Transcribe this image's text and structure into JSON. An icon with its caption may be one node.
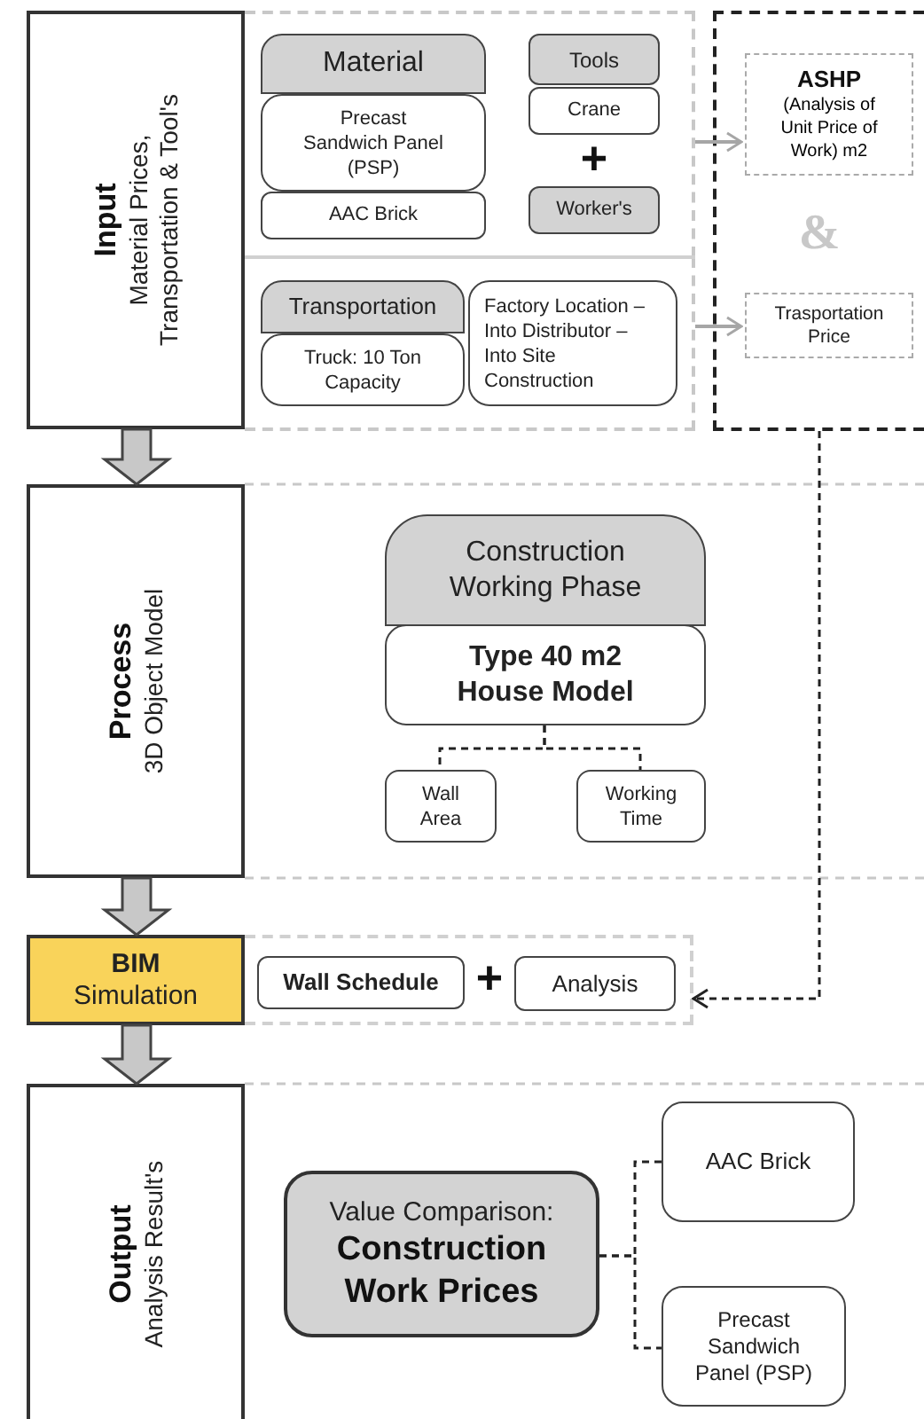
{
  "diagram": {
    "nodes": [
      {
        "text": [
          "Input",
          "Material Prices, Transportation & Tool's"
        ]
      },
      {
        "text": [],
        "shape": "box"
      },
      {
        "text": [
          "Material"
        ],
        "in": 1
      },
      {
        "text": [
          "Precast Sandwich Panel (PSP)"
        ],
        "in": 1
      },
      {
        "text": [
          "AAC Brick"
        ],
        "in": 1
      },
      {
        "text": [
          "Tools"
        ],
        "in": 1
      },
      {
        "text": [
          "Crane"
        ],
        "in": 1
      },
      {
        "text": [
          "Worker's"
        ],
        "in": 1
      },
      {
        "text": [],
        "shape": "box"
      },
      {
        "text": [
          "Transportation"
        ],
        "in": 8
      },
      {
        "text": [
          "Truck: 10 Ton Capacity"
        ],
        "in": 8
      },
      {
        "text": [
          "Factory Location – Into Distributor – Into Site Construction"
        ],
        "in": 8
      },
      {
        "text": [],
        "shape": "box"
      },
      {
        "text": [
          "ASHP",
          "(Analysis of Unit Price of Work) m2"
        ],
        "in": 12
      },
      {
        "text": [
          "Trasportation Price"
        ],
        "in": 12
      },
      {
        "text": [
          "Process",
          "3D Object Model"
        ]
      },
      {
        "text": [
          "Construction Working Phase"
        ]
      },
      {
        "text": [
          "Type 40 m2 House Model"
        ]
      },
      {
        "text": [
          "Wall Area"
        ]
      },
      {
        "text": [
          "Working Time"
        ]
      },
      {
        "text": [
          "**BIM** Simulation"
        ]
      },
      {
        "text": [],
        "shape": "box"
      },
      {
        "text": [
          "Wall Schedule"
        ],
        "in": 21
      },
      {
        "text": [
          "Analysis"
        ],
        "in": 21
      },
      {
        "text": [
          "Output",
          "Analysis Result's"
        ]
      },
      {
        "text": [
          "Value Comparison:",
          "Construction Work Prices"
        ]
      },
      {
        "text": [
          "AAC Brick"
        ]
      },
      {
        "text": [
          "Precast Sandwich Panel (PSP)"
        ]
      }
    ],
    "edges": [
      {
        "from": 0,
        "to": 15,
        "arrow": "to",
        "style": "thick",
        "color": "#c8c8c8"
      },
      {
        "from": 1,
        "to": 13,
        "arrow": "to",
        "color": "#a6a6a6"
      },
      {
        "from": 8,
        "to": 14,
        "arrow": "to",
        "color": "#a6a6a6"
      },
      {
        "from": 12,
        "to": 21,
        "arrow": "to",
        "style": "dashed"
      },
      {
        "from": 17,
        "to": 18,
        "arrow": "none",
        "style": "dashed"
      },
      {
        "from": 17,
        "to": 19,
        "arrow": "none",
        "style": "dashed"
      },
      {
        "from": 25,
        "to": 26,
        "arrow": "none",
        "style": "dashed"
      },
      {
        "from": 25,
        "to": 27,
        "arrow": "none",
        "style": "dashed"
      },
      {
        "from": 15,
        "to": 20,
        "arrow": "to",
        "style": "thick",
        "color": "#c8c8c8"
      },
      {
        "from": 20,
        "to": 24,
        "arrow": "to",
        "style": "thick",
        "color": "#c8c8c8"
      }
    ],
    "labels": [
      "+",
      "&",
      "+"
    ]
  }
}
